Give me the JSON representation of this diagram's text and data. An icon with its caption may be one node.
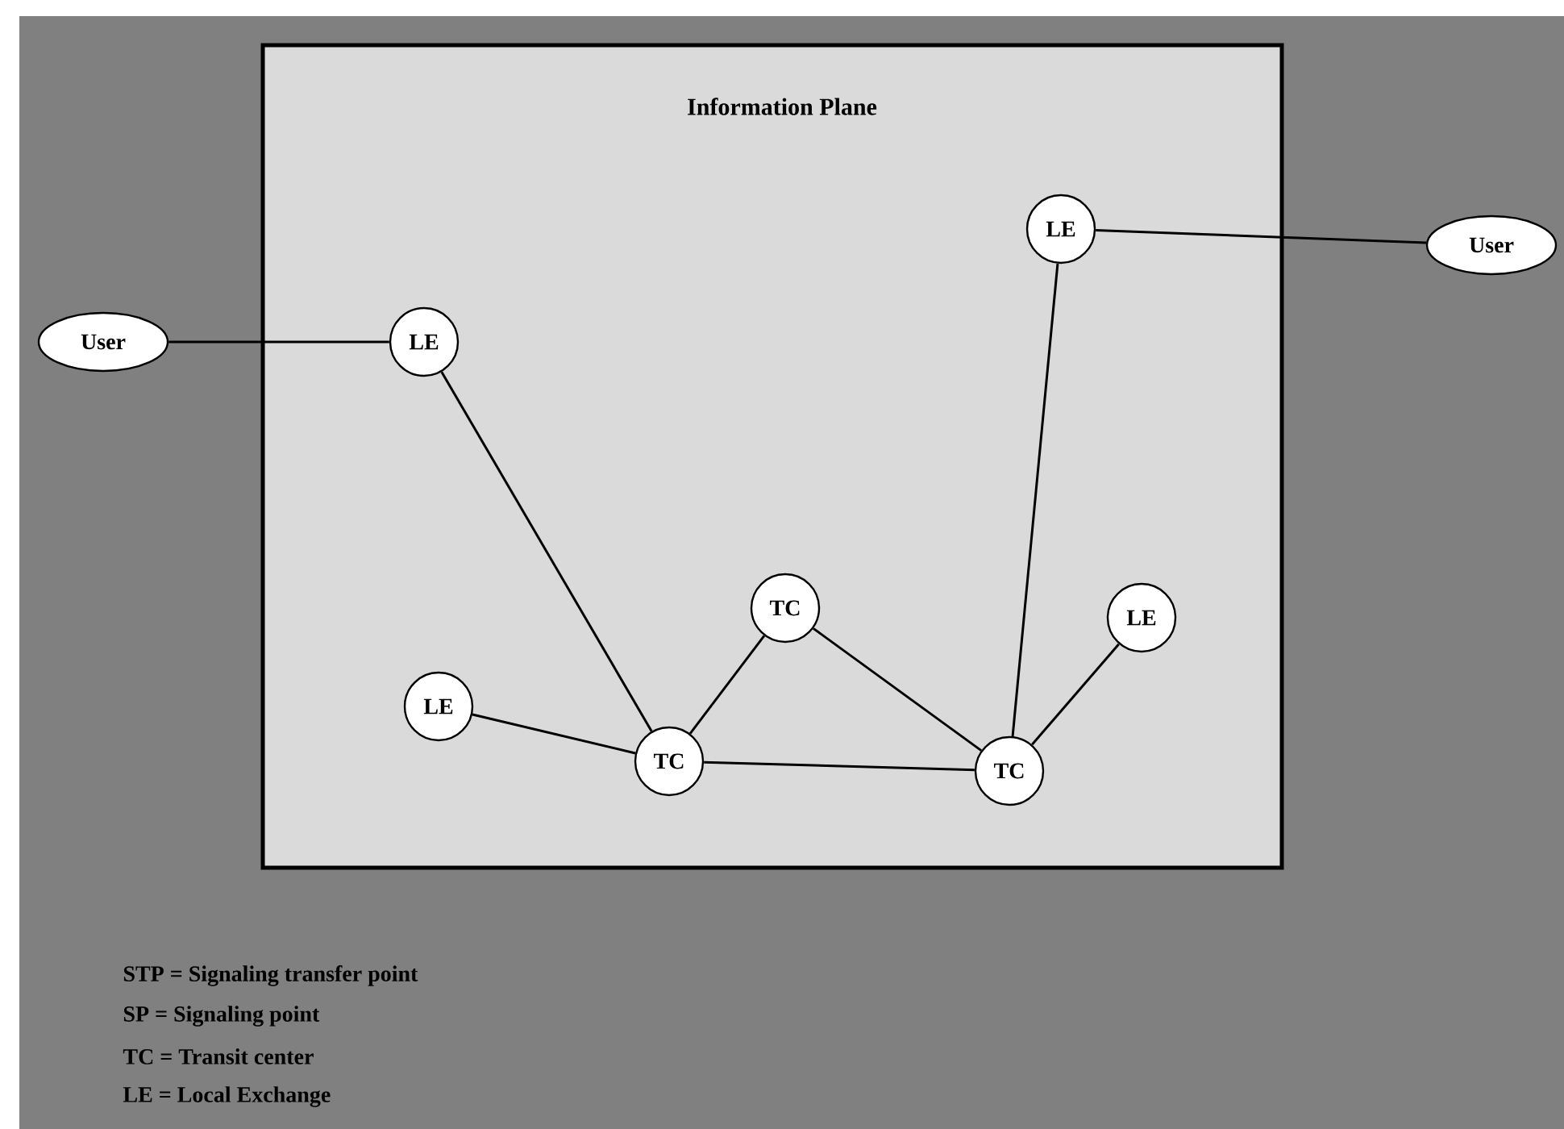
{
  "diagram": {
    "nodes": [
      {
        "text": [
          "Information Plane"
        ]
      },
      {
        "text": [
          "User"
        ]
      },
      {
        "text": [
          "LE"
        ],
        "in": 0
      },
      {
        "text": [
          "LE"
        ],
        "in": 0
      },
      {
        "text": [
          "User"
        ]
      },
      {
        "text": [
          "TC"
        ],
        "in": 0
      },
      {
        "text": [
          "LE"
        ],
        "in": 0
      },
      {
        "text": [
          "LE"
        ],
        "in": 0
      },
      {
        "text": [
          "TC"
        ],
        "in": 0
      },
      {
        "text": [
          "TC"
        ],
        "in": 0
      }
    ],
    "edges": [
      {
        "from": 1,
        "to": 2,
        "arrow": "none"
      },
      {
        "from": 3,
        "to": 4,
        "arrow": "none"
      },
      {
        "from": 2,
        "to": 8,
        "arrow": "none"
      },
      {
        "from": 7,
        "to": 8,
        "arrow": "none"
      },
      {
        "from": 8,
        "to": 5,
        "arrow": "none"
      },
      {
        "from": 5,
        "to": 9,
        "arrow": "none"
      },
      {
        "from": 8,
        "to": 9,
        "arrow": "none"
      },
      {
        "from": 3,
        "to": 9,
        "arrow": "none"
      },
      {
        "from": 9,
        "to": 6,
        "arrow": "none"
      }
    ],
    "labels": [
      "STP = Signaling transfer point",
      "SP = Signaling point",
      "TC = Transit center",
      "LE = Local Exchange"
    ]
  }
}
